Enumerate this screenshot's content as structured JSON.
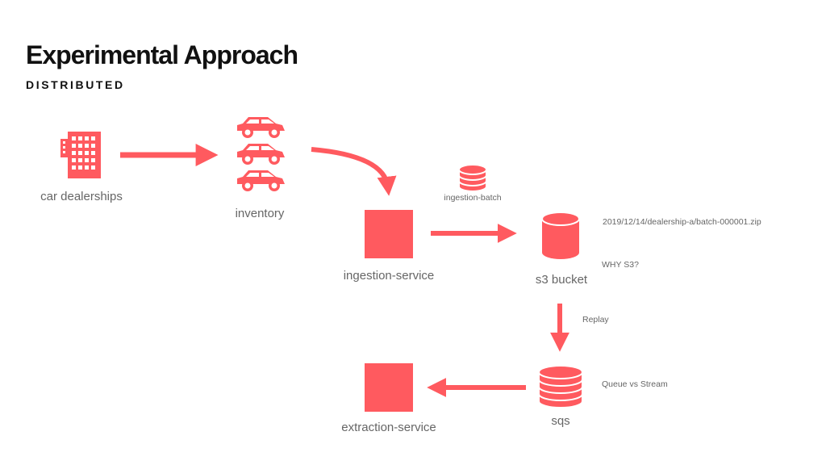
{
  "slide": {
    "title": "Experimental Approach",
    "subtitle": "DISTRIBUTED",
    "accent_color": "#ff5a5f"
  },
  "nodes": {
    "dealerships": {
      "label": "car dealerships",
      "icon": "building-icon"
    },
    "inventory": {
      "label": "inventory",
      "icon": "car-icon"
    },
    "ingestion_service": {
      "label": "ingestion-service",
      "icon": "square-block"
    },
    "ingestion_batch": {
      "label": "ingestion-batch",
      "icon": "database-icon"
    },
    "s3_bucket": {
      "label": "s3 bucket",
      "icon": "cylinder-icon"
    },
    "sqs": {
      "label": "sqs",
      "icon": "database-icon"
    },
    "extraction_service": {
      "label": "extraction-service",
      "icon": "square-block"
    }
  },
  "annotations": {
    "batch_path": "2019/12/14/dealership-a/batch-000001.zip",
    "why_s3": "WHY S3?",
    "replay": "Replay",
    "queue_vs_stream": "Queue vs Stream"
  }
}
